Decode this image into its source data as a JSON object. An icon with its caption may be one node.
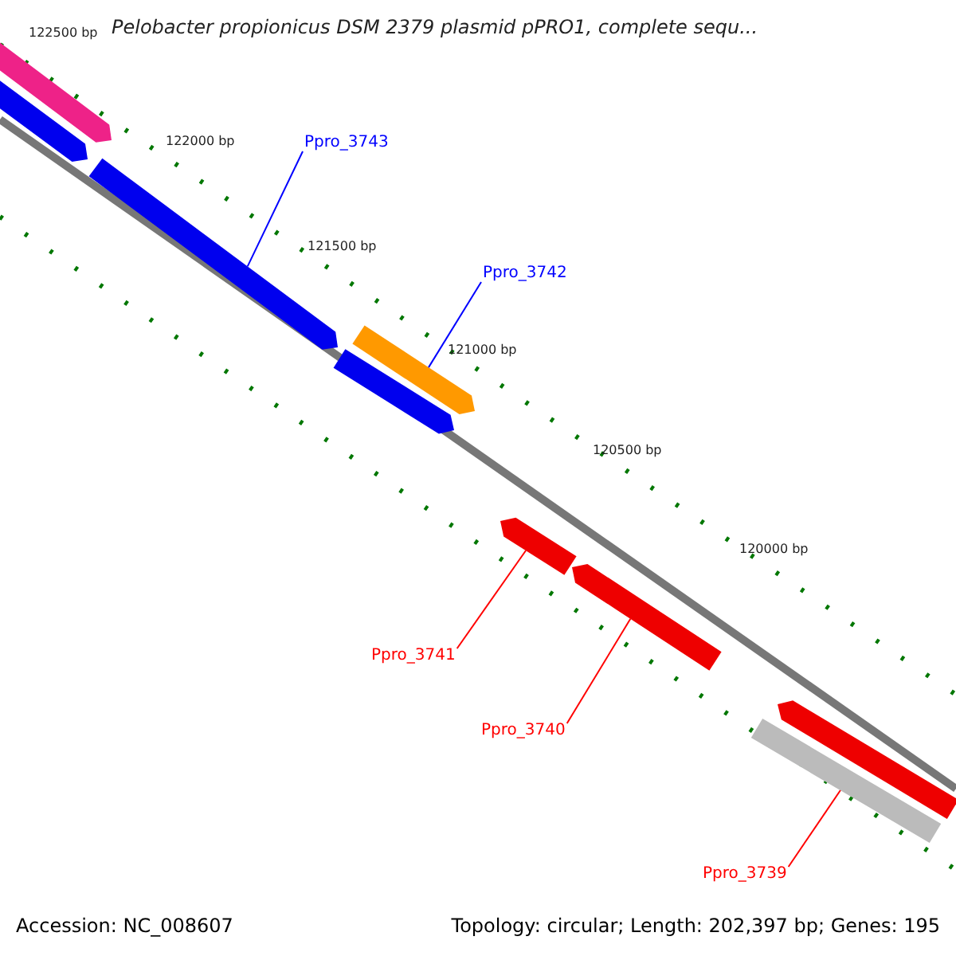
{
  "diagram": {
    "title": "Pelobacter propionicus DSM 2379 plasmid pPRO1, complete sequ...",
    "nodes": [
      {
        "text": [
          "Ppro_3743"
        ]
      },
      {
        "text": [],
        "shape": "arrow"
      },
      {
        "text": [
          "Ppro_3742"
        ]
      },
      {
        "text": [],
        "shape": "arrow"
      },
      {
        "text": [
          "Ppro_3741"
        ]
      },
      {
        "text": [],
        "shape": "arrow"
      },
      {
        "text": [
          "Ppro_3740"
        ]
      },
      {
        "text": [],
        "shape": "arrow"
      },
      {
        "text": [
          "Ppro_3739"
        ]
      },
      {
        "text": [],
        "shape": "bar"
      }
    ],
    "edges": [
      {
        "from": 0,
        "to": 1,
        "arrow": "none",
        "color": "#0000ff"
      },
      {
        "from": 2,
        "to": 3,
        "arrow": "none",
        "color": "#0000ff"
      },
      {
        "from": 4,
        "to": 5,
        "arrow": "none"
      },
      {
        "from": 6,
        "to": 7,
        "arrow": "none"
      },
      {
        "from": 8,
        "to": 9,
        "arrow": "none"
      }
    ],
    "labels": [
      "122500 bp",
      "122000 bp",
      "121500 bp",
      "121000 bp",
      "120500 bp",
      "120000 bp",
      "Accession: NC_008607",
      "Topology: circular; Length: 202,397 bp; Genes: 195"
    ]
  }
}
